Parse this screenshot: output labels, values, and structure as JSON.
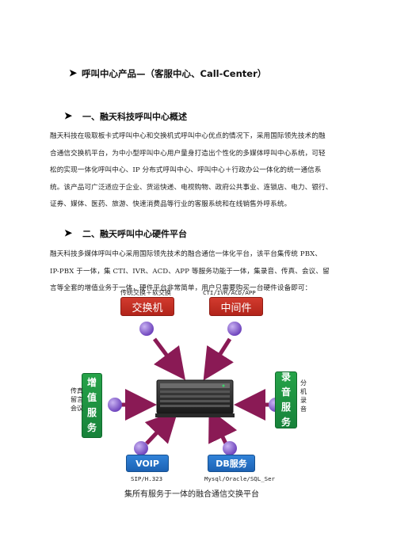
{
  "title": "呼叫中心产品—（客服中心、Call-Center）",
  "section1": {
    "heading": "一、融天科技呼叫中心概述",
    "lines": [
      "融天科技在吸取板卡式呼叫中心和交换机式呼叫中心优点的情况下，采用国际领先技术的融",
      "合通信交换机平台，为中小型呼叫中心用户量身打造出个性化的多媒体呼叫中心系统，可轻",
      "松的实现一体化呼叫中心、IP 分布式呼叫中心、呼叫中心＋行政办公一体化的统一通信系",
      "统。该产品可广泛适应于企业、货运快递、电视购物、政府公共事业、连锁店、电力、银行、",
      "证券、媒体、医药、旅游、快速消费品等行业的客服系统和在线销售外呼系统。"
    ]
  },
  "section2": {
    "heading": "二、融天呼叫中心硬件平台",
    "lines": [
      "融天科技多媒体呼叫中心采用国际领先技术的融合通信一体化平台，该平台集传统 PBX、",
      "IP-PBX 于一体，集 CTI、IVR、ACD、APP 等服务功能于一体，集录音、传真、会议、留",
      "言等全套的增值业务于一体，硬件平台非常简单，用户只需要购买一台硬件设备即可："
    ]
  },
  "diagram": {
    "top_left_caption": "传统交换＋软交换",
    "top_left_box": "交换机",
    "top_right_caption": "CTI/IVR/ACD/APP",
    "top_right_box": "中间件",
    "left_box": "增值服务",
    "left_caption": "传真留言会议",
    "right_box": "录音服务",
    "right_caption": "分机录音",
    "bottom_left_box": "VOIP",
    "bottom_left_caption": "SIP/H.323",
    "bottom_right_box": "DB服务",
    "bottom_right_caption": "Mysql/Oracle/SQL_Ser",
    "footer": "集所有服务于一体的融合通信交换平台",
    "colors": {
      "red": "#c8322a",
      "green": "#1f9a43",
      "blue": "#2672c8",
      "arrow": "#8a1a55",
      "ball": "#8a5fd0"
    }
  }
}
